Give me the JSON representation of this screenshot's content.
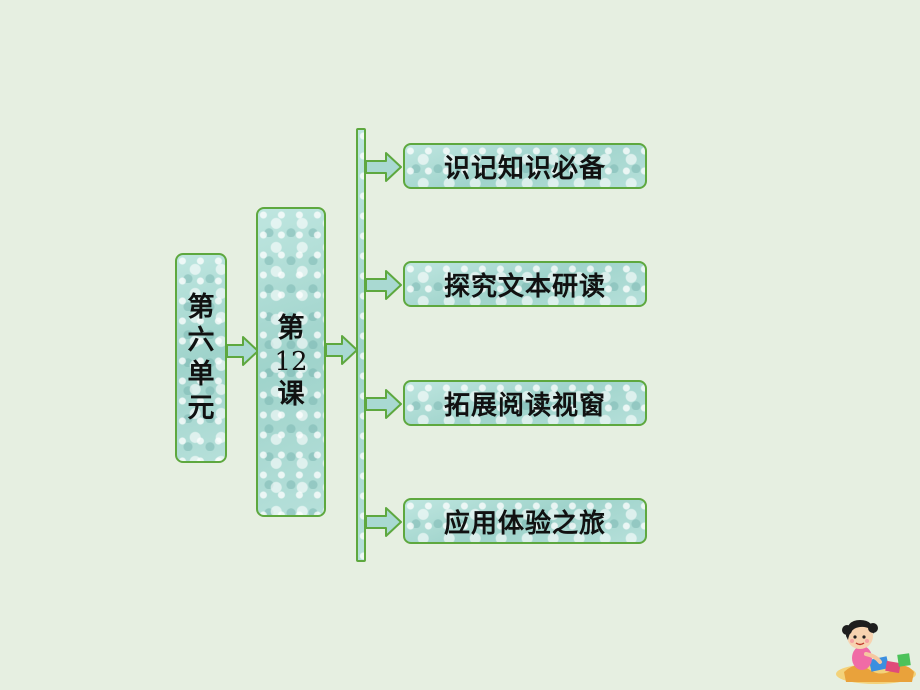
{
  "unit": [
    "第",
    "六",
    "单",
    "元"
  ],
  "lesson": [
    "第",
    "12",
    "课"
  ],
  "sections": [
    {
      "label": "识记知识必备"
    },
    {
      "label": "探究文本研读"
    },
    {
      "label": "拓展阅读视窗"
    },
    {
      "label": "应用体验之旅"
    }
  ],
  "colors": {
    "background": "#e6efe1",
    "box_fill": "#a9d9d2",
    "border": "#5ea83f"
  },
  "decoration": {
    "mascot": "cartoon-girl-mascot-icon"
  }
}
